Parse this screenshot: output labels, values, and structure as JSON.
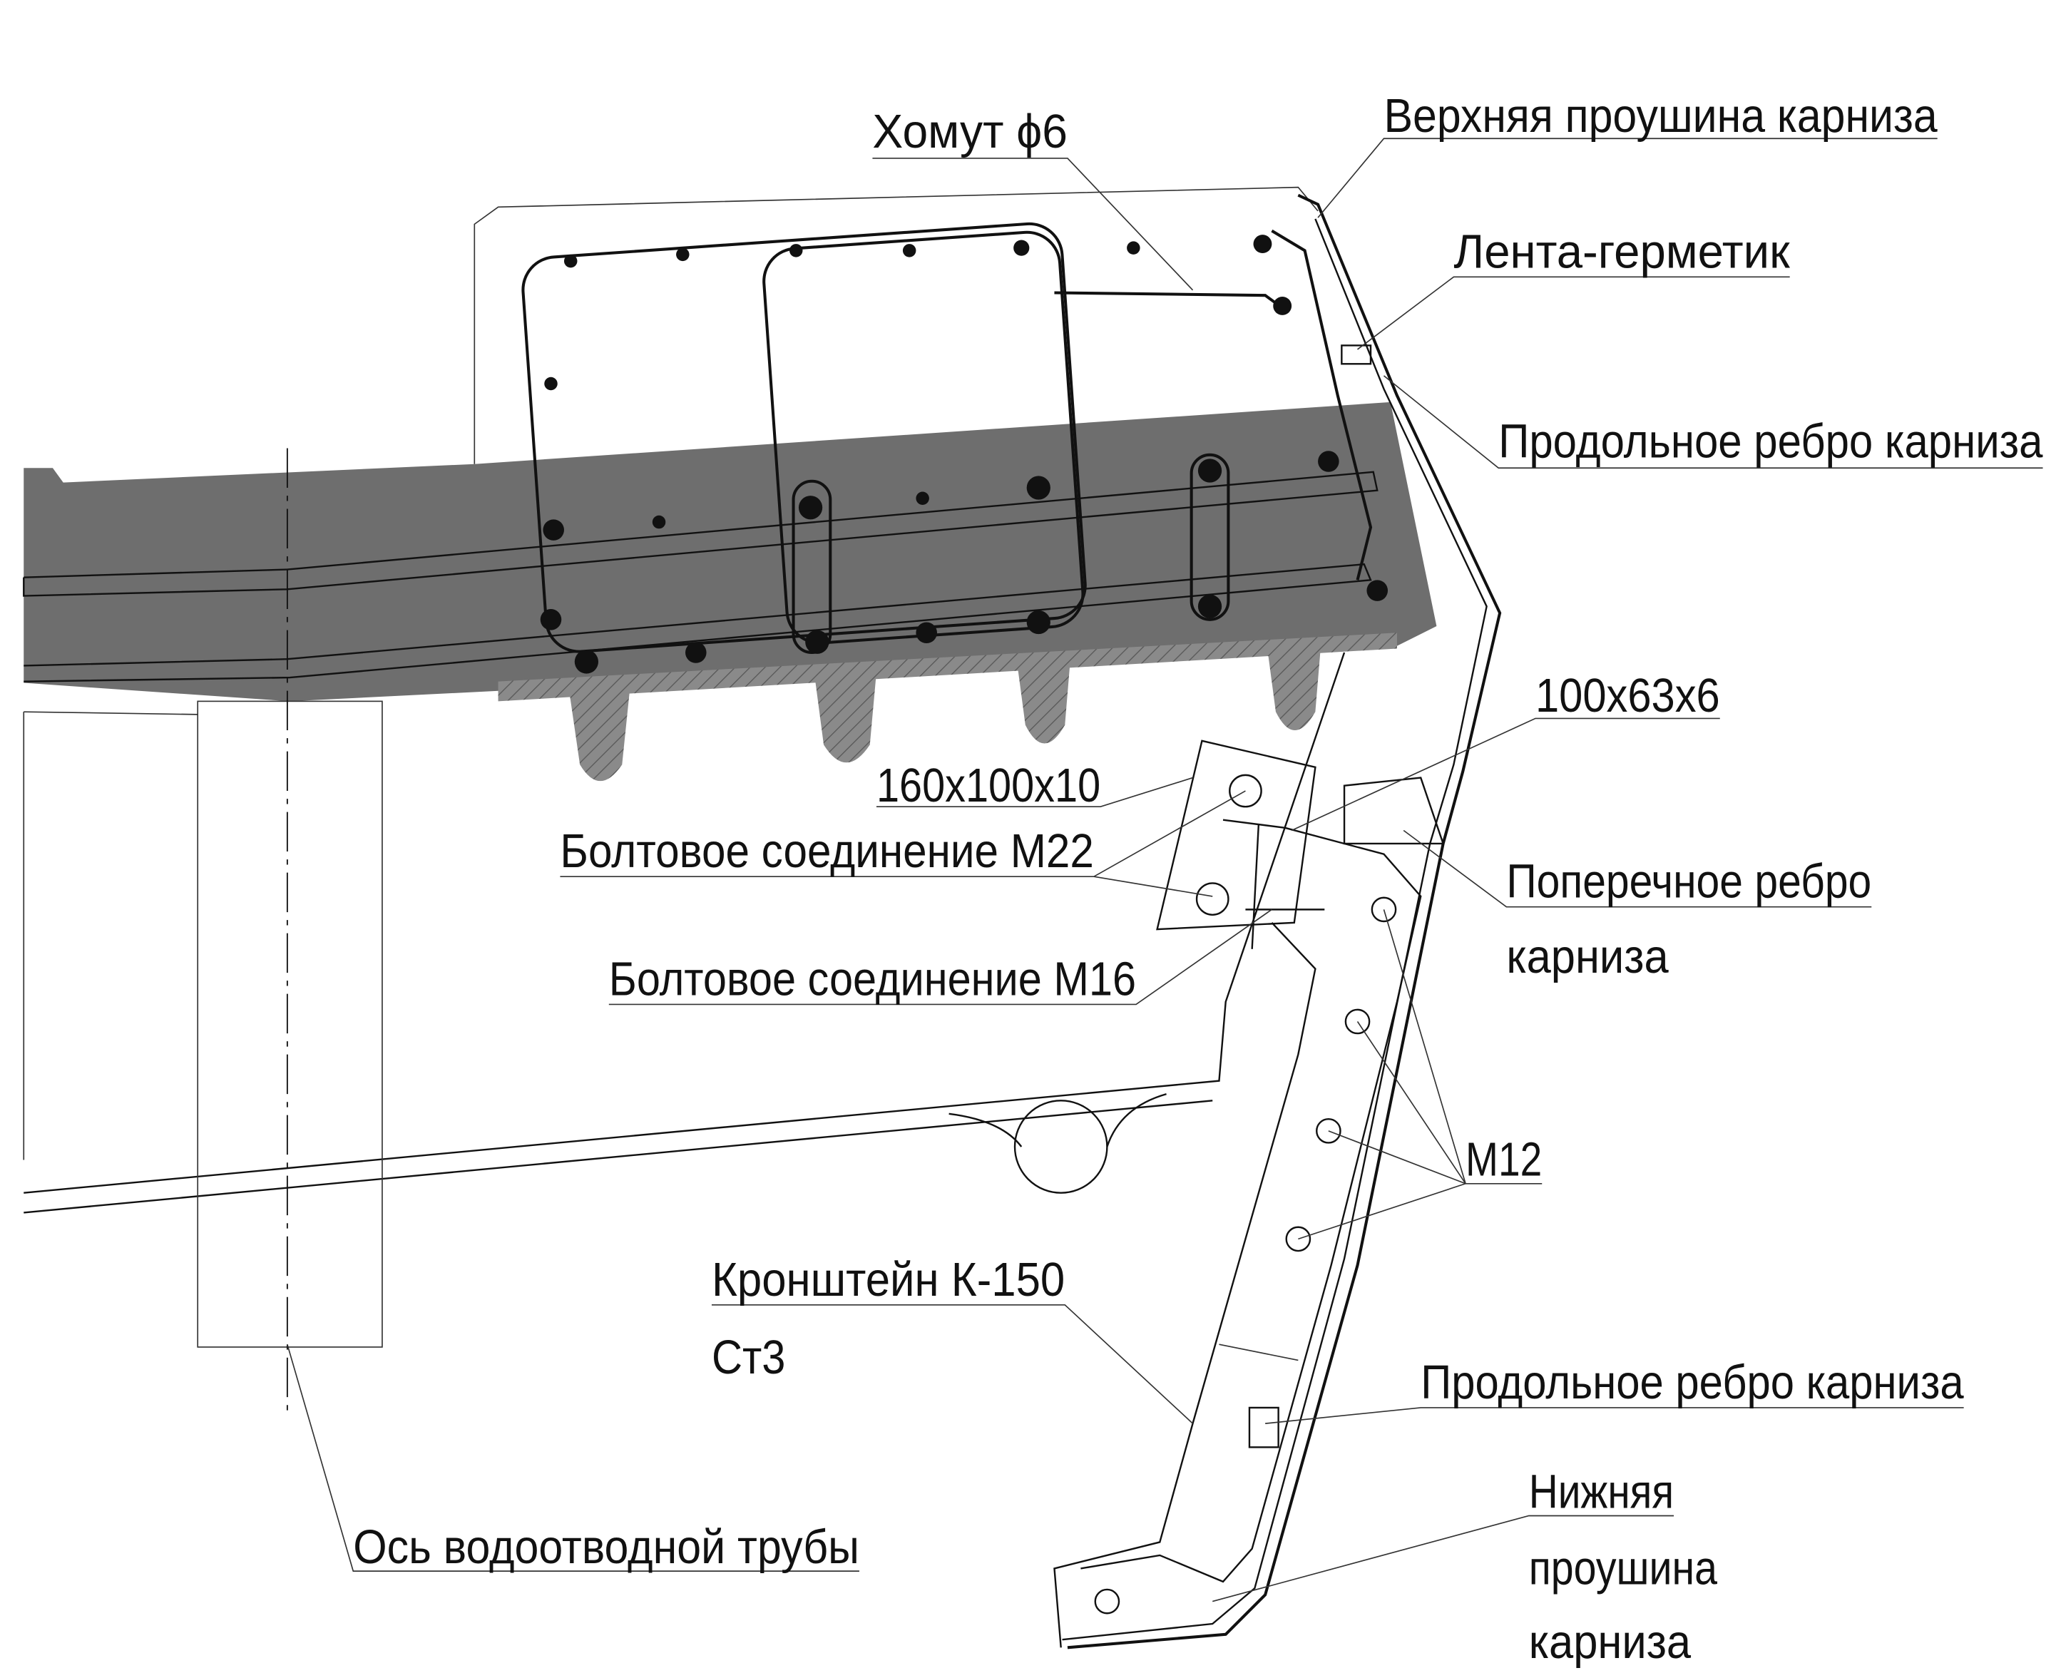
{
  "title": "Узел крепления карниза",
  "labels": {
    "clamp": "Хомут ϕ6",
    "upper_lug": "Верхняя проушина карниза",
    "sealant_tape": "Лента-герметик",
    "long_rib_top": "Продольное ребро карниза",
    "angle_100": "100x63x6",
    "angle_160": "160x100x10",
    "bolt_m22": "Болтовое соединение М22",
    "cross_rib_1": "Поперечное ребро",
    "cross_rib_2": "карниза",
    "bolt_m16": "Болтовое соединение М16",
    "m12": "М12",
    "bracket_1": "Кронштейн К-150",
    "bracket_2": "Ст3",
    "long_rib_bottom": "Продольное ребро карниза",
    "lower_lug_1": "Нижняя",
    "lower_lug_2": "проушина",
    "lower_lug_3": "карниза",
    "pipe_axis": "Ось водоотводной трубы"
  },
  "colors": {
    "slab": "#6e6e6e",
    "rib": "#8a8a8a",
    "line": "#111111"
  }
}
